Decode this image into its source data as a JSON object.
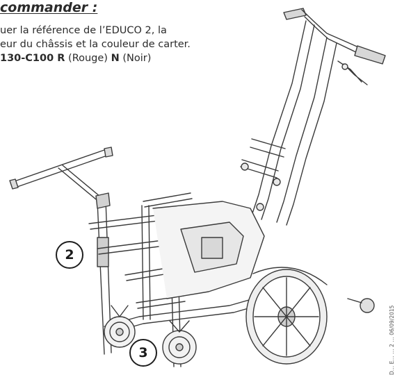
{
  "heading": "commander :",
  "instructions": {
    "line1": "uer la référence de l’EDUCO 2, la",
    "line2": "eur du châssis et la couleur de carter.",
    "line3": {
      "ref": "130-C100 R",
      "color1_name": "(Rouge)",
      "color2_code": "N",
      "color2_name": "(Noir)"
    }
  },
  "callouts": [
    {
      "label": "2"
    },
    {
      "label": "3"
    }
  ],
  "footer": {
    "side_text": "D… E… … 2 … 06/09/2015"
  },
  "colors": {
    "line_art": "#3a3a3a",
    "text": "#2b2b2b"
  }
}
